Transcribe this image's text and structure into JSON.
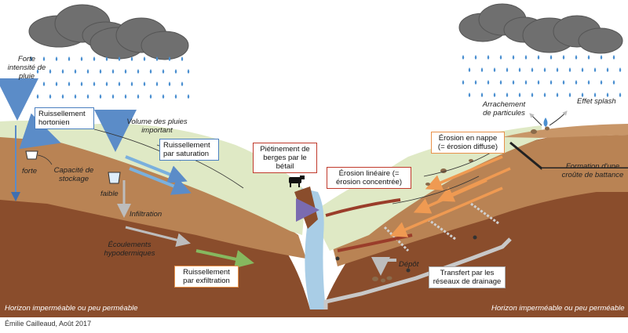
{
  "labels": {
    "forte_intensite": "Forte intensité de pluie",
    "ruissellement_hortonien": "Ruissellement hortonien",
    "volume_pluies": "Volume des pluies important",
    "ruissellement_saturation": "Ruissellement par saturation",
    "forte": "forte",
    "capacite_stockage": "Capacité de stockage",
    "faible": "faible",
    "infiltration": "Infiltration",
    "ecoulements_hypodermiques": "Écoulements hypodermiques",
    "ruissellement_exfiltration": "Ruissellement par exfiltration",
    "pietinement": "Piétinement de berges par le bétail",
    "erosion_lineaire": "Érosion linéaire (= érosion concentrée)",
    "erosion_nappe": "Érosion en nappe (= érosion diffuse)",
    "arrachement": "Arrachement de particules",
    "effet_splash": "Effet splash",
    "formation_croute": "Formation d'une croûte de battance",
    "depot": "Dépôt",
    "transfert_drainage": "Transfert par les réseaux de drainage",
    "horizon_left": "Horizon imperméable ou peu perméable",
    "horizon_right": "Horizon imperméable ou peu perméable",
    "credit": "Émilie Cailleaud, Août 2017"
  },
  "colors": {
    "grass": "#dfe9c5",
    "soil": "#b77f4f",
    "deep_soil": "#8a4d2c",
    "water": "#a9cde6",
    "rain": "#4a8fd0",
    "cloud": "#6f6f6f",
    "arrow_blue": "#5b8cc8",
    "arrow_orange": "#f0a25a",
    "arrow_green": "#8fbf6a",
    "drain": "#c8c8c8"
  }
}
